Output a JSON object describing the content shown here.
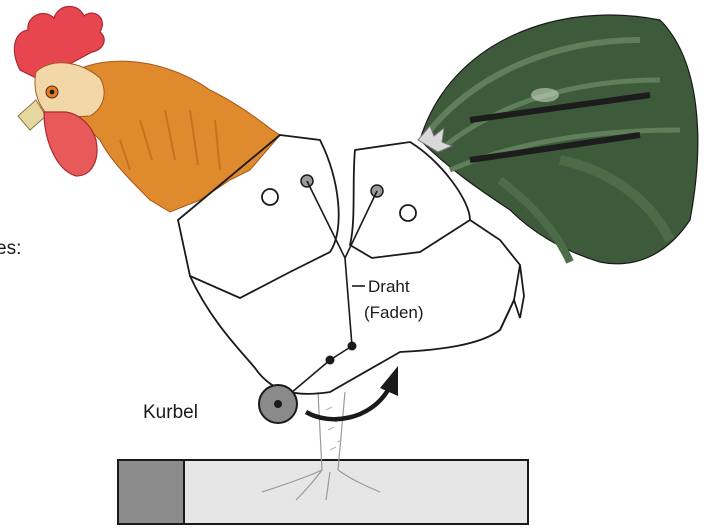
{
  "labels": {
    "clipped_left": "es:",
    "wire_line1": "Draht",
    "wire_line2": "(Faden)",
    "crank": "Kurbel"
  },
  "colors": {
    "comb": "#e8464f",
    "wattle": "#e85a5a",
    "hackle": "#e08a2e",
    "tail": "#3d5a3a",
    "tail_stripe": "#1c1c1c",
    "crank_fill": "#8a8a8a",
    "base_light": "#e6e6e6",
    "base_dark": "#8c8c8c",
    "outline": "#1a1a1a"
  },
  "icons": {
    "rooster": "rooster-illustration",
    "crank": "crank-wheel-icon",
    "arrow": "rotation-arrow-icon"
  }
}
